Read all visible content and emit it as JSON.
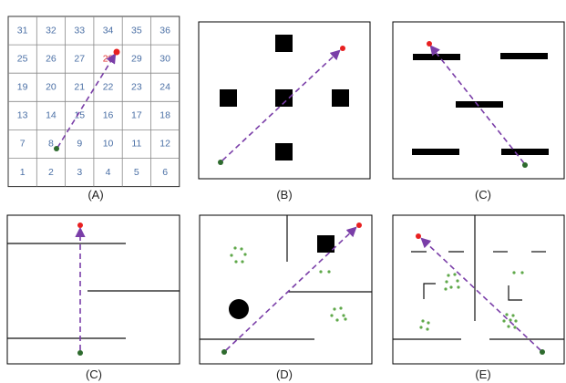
{
  "panels": [
    {
      "id": "A",
      "caption": "(A)"
    },
    {
      "id": "B",
      "caption": "(B)"
    },
    {
      "id": "C1",
      "caption": "(C)"
    },
    {
      "id": "C2",
      "caption": "(C)"
    },
    {
      "id": "D",
      "caption": "(D)"
    },
    {
      "id": "E",
      "caption": "(E)"
    }
  ],
  "grid": {
    "cols": 6,
    "rows": 6,
    "numbers": [
      [
        "31",
        "32",
        "33",
        "34",
        "35",
        "36"
      ],
      [
        "25",
        "26",
        "27",
        "28",
        "29",
        "30"
      ],
      [
        "19",
        "20",
        "21",
        "22",
        "23",
        "24"
      ],
      [
        "13",
        "14",
        "15",
        "16",
        "17",
        "18"
      ],
      [
        "7",
        "8",
        "9",
        "10",
        "11",
        "12"
      ],
      [
        "1",
        "2",
        "3",
        "4",
        "5",
        "6"
      ]
    ],
    "highlighted": "28",
    "start_cell": "8",
    "goal_cell": "28"
  },
  "colors": {
    "start": "#2e6b2e",
    "goal": "#e82020",
    "path": "#7a3ea8",
    "obstacle": "#000000",
    "wall": "#111111",
    "people": "#5fa84a",
    "grid_line": "#888888",
    "number": "#4a6fa5"
  }
}
